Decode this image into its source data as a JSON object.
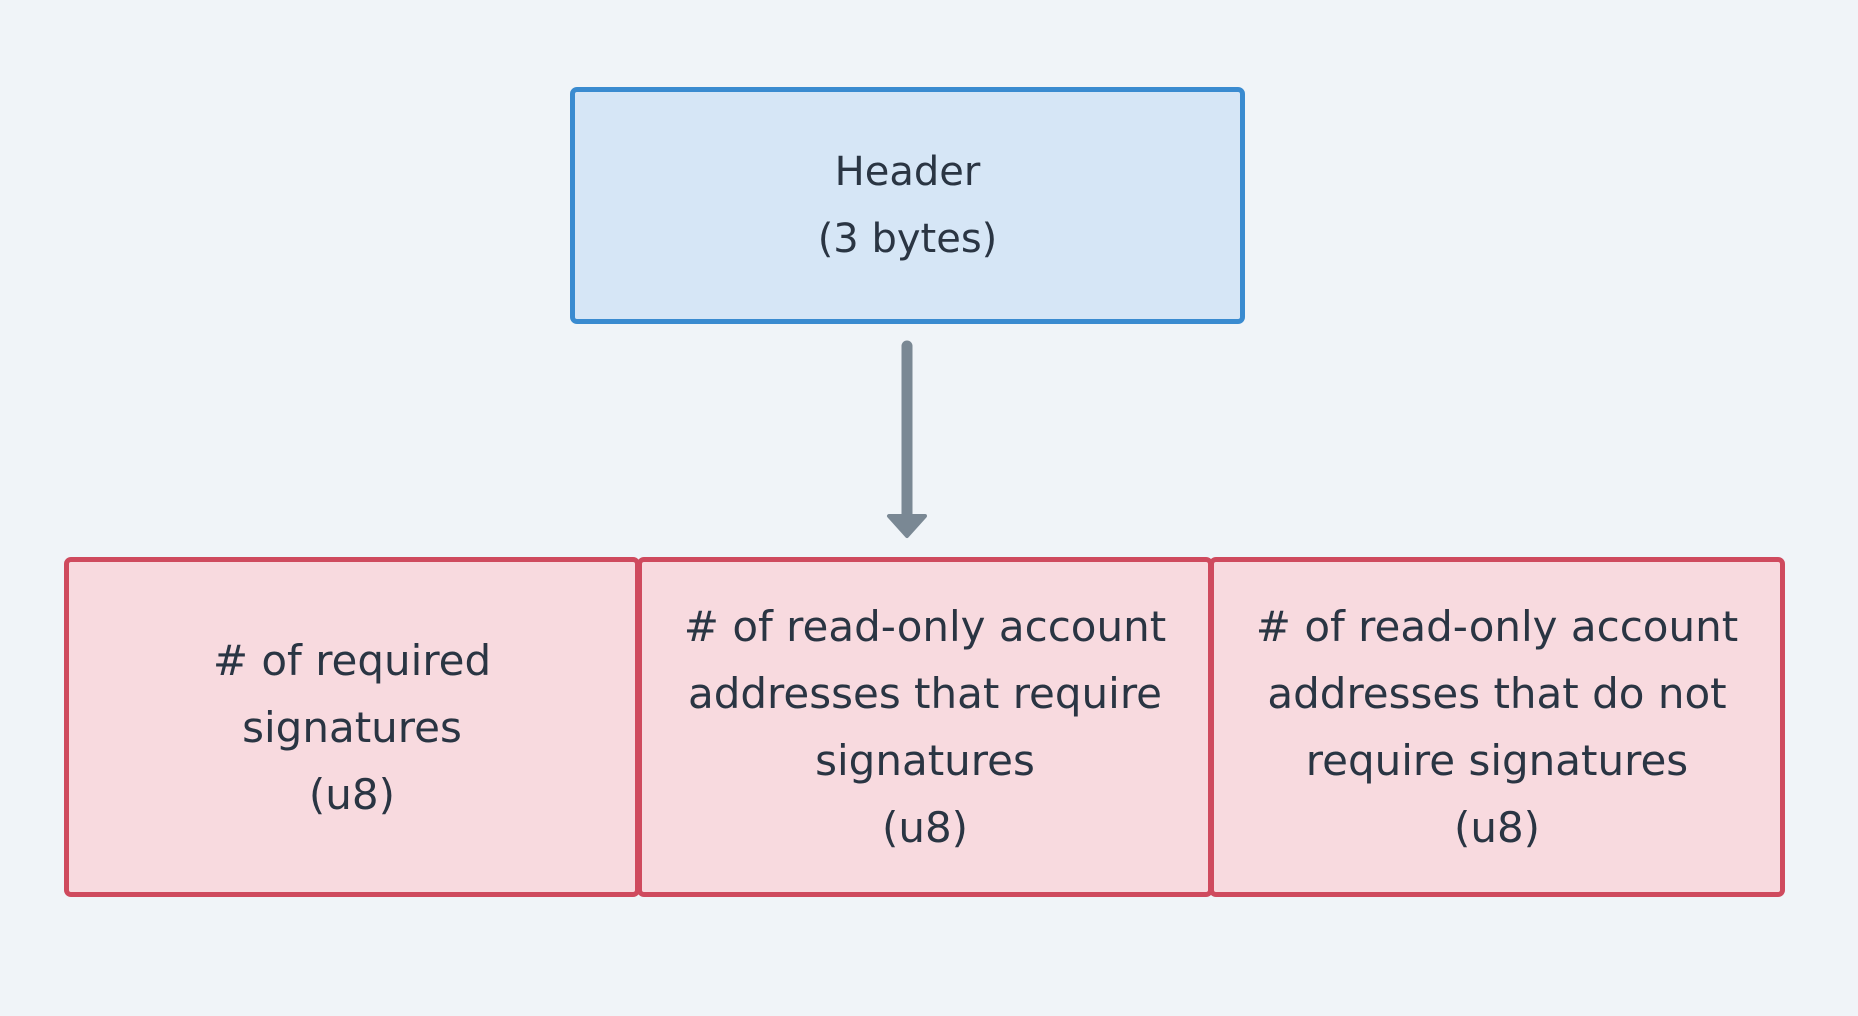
{
  "header": {
    "lines": [
      "Header",
      "(3 bytes)"
    ]
  },
  "fields": [
    {
      "lines": [
        "# of required",
        "signatures",
        "(u8)"
      ]
    },
    {
      "lines": [
        "# of read-only account",
        "addresses that require",
        "signatures",
        "(u8)"
      ]
    },
    {
      "lines": [
        "# of read-only account",
        "addresses that do not",
        "require signatures",
        "(u8)"
      ]
    }
  ],
  "colors": {
    "header_fill": "#d6e6f6",
    "header_border": "#3a8bd0",
    "field_fill": "#f8dadf",
    "field_border": "#cf4a5e",
    "arrow": "#7a8894",
    "background": "#f0f4f8"
  }
}
